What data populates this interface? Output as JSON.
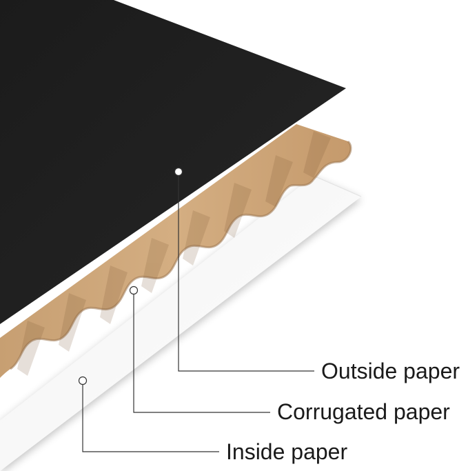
{
  "labels": {
    "outside": "Outside paper",
    "corrugated": "Corrugated paper",
    "inside": "Inside paper"
  },
  "colors": {
    "background": "#ffffff",
    "outside_paper": "#222222",
    "corrugated_paper": "#c9a47a",
    "corrugated_shadow": "#a07c55",
    "inside_paper": "#ffffff",
    "callout_line": "#333333"
  }
}
